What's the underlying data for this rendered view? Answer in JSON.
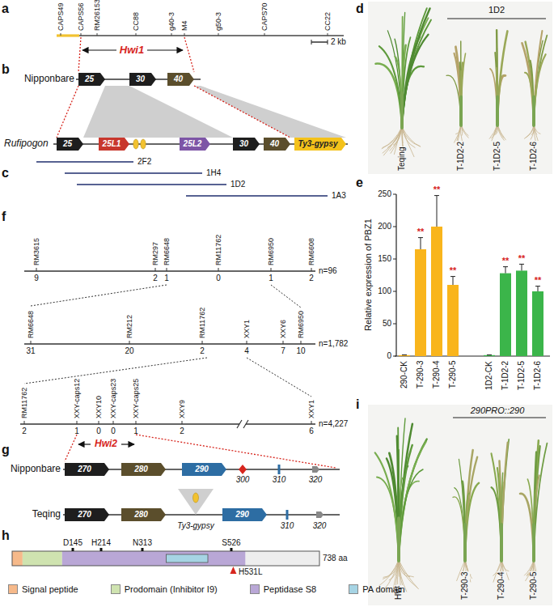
{
  "diagram": {
    "nodes": [
      {
        "text": [
          "25"
        ]
      },
      {
        "text": [
          "30"
        ]
      },
      {
        "text": [
          "40"
        ]
      },
      {
        "text": [
          "25"
        ]
      },
      {
        "text": [
          "25L1"
        ]
      },
      {
        "text": [
          "25L2"
        ]
      },
      {
        "text": [
          "30"
        ]
      },
      {
        "text": [
          "40"
        ]
      },
      {
        "text": [
          "Ty3-gypsy"
        ]
      },
      {
        "text": [
          "270"
        ]
      },
      {
        "text": [
          "280"
        ]
      },
      {
        "text": [
          "290"
        ]
      },
      {
        "text": [
          "270"
        ]
      },
      {
        "text": [
          "280"
        ]
      },
      {
        "text": [
          "290"
        ]
      }
    ],
    "edges": [
      {
        "from": 0,
        "to": 3,
        "arrow": "none"
      },
      {
        "from": 2,
        "to": 7,
        "arrow": "none"
      }
    ],
    "labels": [
      "a",
      "CAPS49",
      "CAPS56",
      "RM26153",
      "CC88",
      "g40-3",
      "M4",
      "g50-3",
      "CAPS70",
      "CC22",
      "2 kb",
      "Hwi1",
      "b",
      "Nipponbare",
      "Rufipogon",
      "c",
      "2F2",
      "1H4",
      "1D2",
      "1A3",
      "d",
      "1D2",
      "Teqing",
      "T-1D2-2",
      "T-1D2-5",
      "T-1D2-6",
      "e",
      "Relative expression of PBZ1",
      "0",
      "50",
      "100",
      "150",
      "200",
      "250",
      "290-CK",
      "T-290-3",
      "T-290-4",
      "T-290-5",
      "1D2-CK",
      "T-1D2-2",
      "T-1D2-5",
      "T-1D2-6",
      "**",
      "**",
      "**",
      "**",
      "**",
      "**",
      "f",
      "RM3615",
      "RM297",
      "RM6648",
      "RM11762",
      "RM6950",
      "RM6608",
      "9",
      "2",
      "1",
      "0",
      "1",
      "2",
      "n=96",
      "RM6648",
      "RM212",
      "RM11762",
      "XXY1",
      "XXY6",
      "RM6950",
      "31",
      "20",
      "2",
      "4",
      "7",
      "10",
      "n=1,782",
      "RM11762",
      "XXY-caps12",
      "XXY10",
      "XXY-caps23",
      "XXY-caps25",
      "XXY9",
      "XXY1",
      "2",
      "1",
      "0",
      "0",
      "1",
      "2",
      "6",
      "n=4,227",
      "Hwi2",
      "g",
      "Nipponbare",
      "Teqing",
      "300",
      "310",
      "320",
      "310",
      "320",
      "Ty3-gypsy",
      "h",
      "D145",
      "H214",
      "N313",
      "S526",
      "H531L",
      "738 aa",
      "i",
      "290PRO::290",
      "HW",
      "T-290-3",
      "T-290-4",
      "T-290-5"
    ],
    "legend": [
      {
        "text": "Signal peptide",
        "color": "#f6b98a"
      },
      {
        "text": "Prodomain (Inhibitor I9)",
        "color": "#cfe3b0"
      },
      {
        "text": "Peptidase S8",
        "color": "#b9a7d6"
      },
      {
        "text": "PA domain",
        "color": "#a6d4e4"
      }
    ]
  }
}
